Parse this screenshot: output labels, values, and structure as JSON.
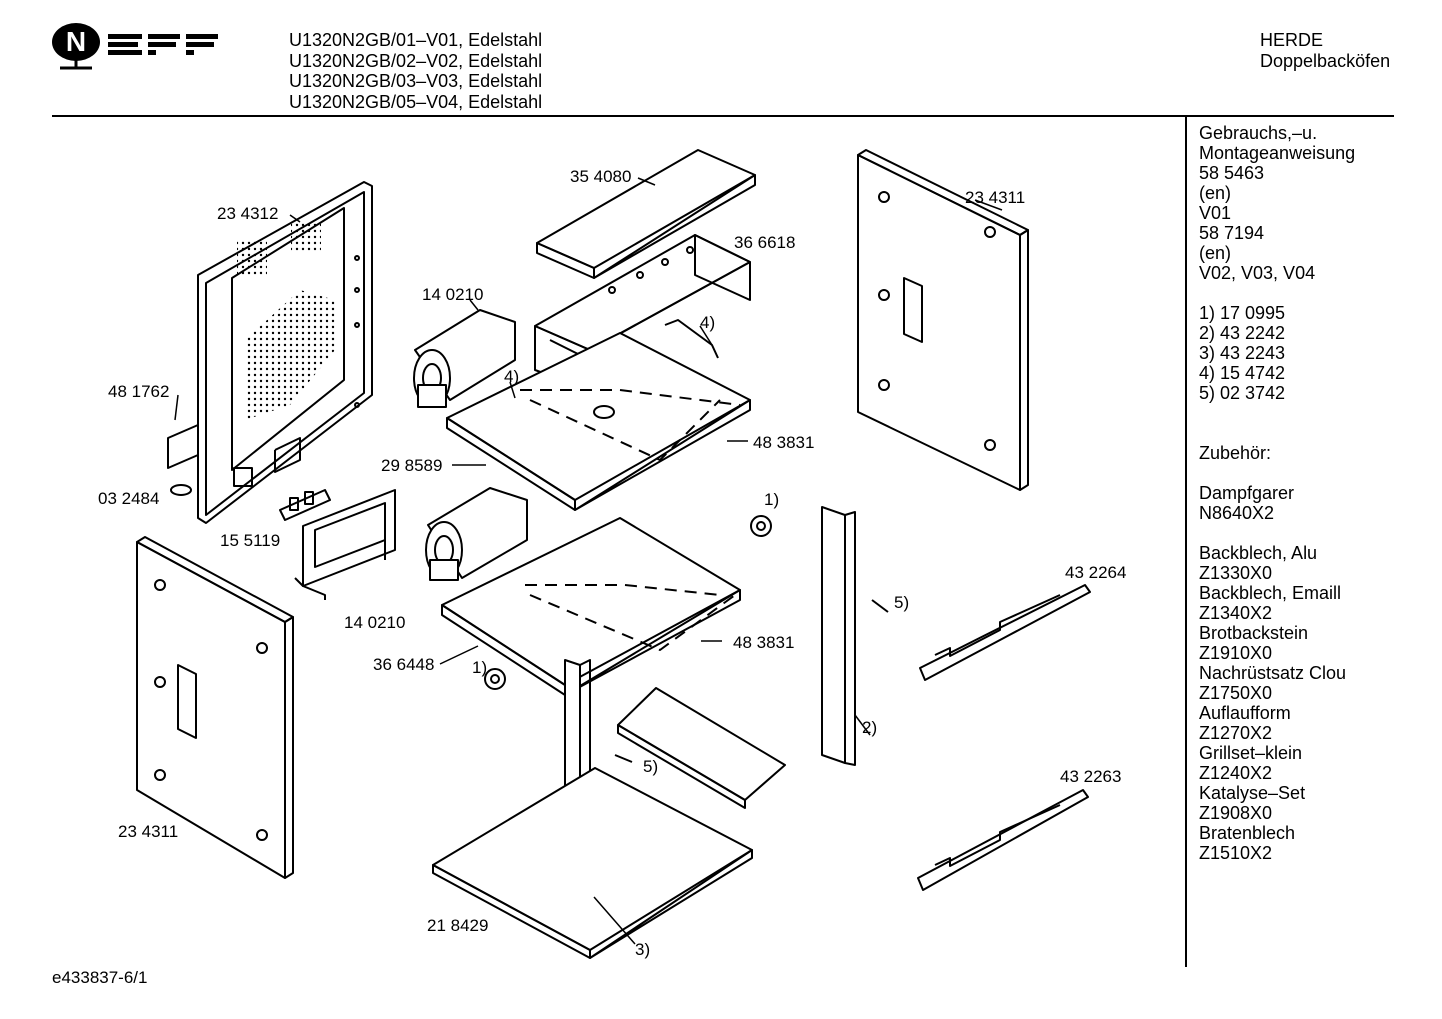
{
  "brand": "NEFF",
  "header": {
    "models": [
      "U1320N2GB/01–V01, Edelstahl",
      "U1320N2GB/02–V02, Edelstahl",
      "U1320N2GB/03–V03, Edelstahl",
      "U1320N2GB/05–V04, Edelstahl"
    ],
    "category": "HERDE",
    "subcategory": "Doppelbacköfen"
  },
  "sidebar": {
    "manual": [
      "Gebrauchs,–u.",
      "Montageanweisung",
      "58 5463",
      "(en)",
      "V01",
      "58 7194",
      "(en)",
      "V02, V03, V04"
    ],
    "notes": [
      "1)  17 0995",
      "2)  43 2242",
      "3)  43 2243",
      "4)  15 4742",
      "5)  02 3742"
    ],
    "accessories_title": "Zubehör:",
    "accessories": [
      "Dampfgarer",
      "N8640X2",
      "Backblech, Alu",
      "Z1330X0",
      "Backblech, Emaill",
      "Z1340X2",
      "Brotbackstein",
      "Z1910X0",
      "Nachrüstsatz Clou",
      "Z1750X0",
      "Auflaufform",
      "Z1270X2",
      "Grillset–klein",
      "Z1240X2",
      "Katalyse–Set",
      "Z1908X0",
      "Bratenblech",
      "Z1510X2"
    ]
  },
  "callouts": {
    "c354080": "35 4080",
    "c366618": "36 6618",
    "c234312": "23 4312",
    "c234311a": "23 4311",
    "c140210a": "14 0210",
    "c4a": "4)",
    "c4b": "4)",
    "c481762": "48 1762",
    "c298589": "29 8589",
    "c483831a": "48 3831",
    "c032484": "03 2484",
    "c1a": "1)",
    "c155119": "15 5119",
    "c432264": "43 2264",
    "c5a": "5)",
    "c140210b": "14 0210",
    "c483831b": "48 3831",
    "c366448": "36 6448",
    "c1b": "1)",
    "c2": "2)",
    "c5b": "5)",
    "c432263": "43 2263",
    "c234311b": "23 4311",
    "c218429": "21 8429",
    "c3": "3)"
  },
  "footer": "e433837-6/1"
}
